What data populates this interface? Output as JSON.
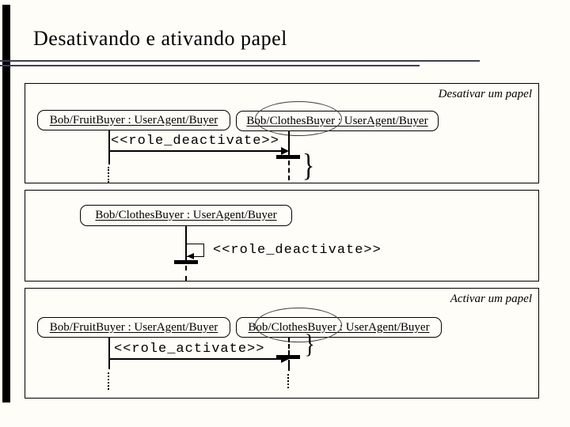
{
  "title": "Desativando e ativando papel",
  "colors": {
    "underline_accent": "#3f3f52",
    "ink": "#000000"
  },
  "panels": [
    {
      "caption": "Desativar um papel",
      "left_object": "Bob/FruitBuyer : UserAgent/Buyer",
      "right_object": "Bob/ClothesBuyer : UserAgent/Buyer",
      "message": "<<role_deactivate>>",
      "brace": "}"
    },
    {
      "object": "Bob/ClothesBuyer : UserAgent/Buyer",
      "message": "<<role_deactivate>>"
    },
    {
      "caption": "Activar um papel",
      "left_object": "Bob/FruitBuyer : UserAgent/Buyer",
      "right_object": "Bob/ClothesBuyer : UserAgent/Buyer",
      "message": "<<role_activate>>",
      "brace": "}"
    }
  ]
}
